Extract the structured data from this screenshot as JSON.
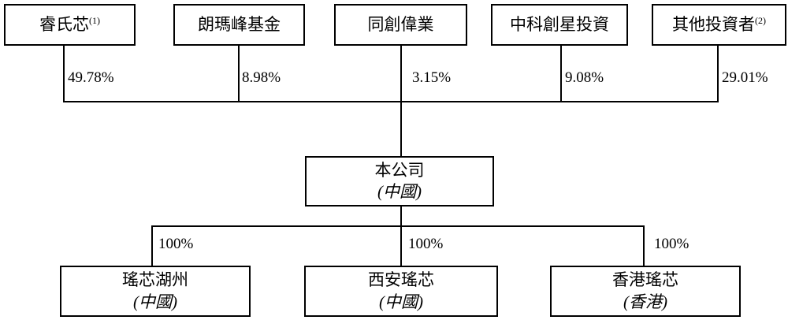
{
  "diagram": {
    "shareholders": [
      {
        "name": "睿氏芯",
        "sup": "(1)",
        "pct": "49.78%"
      },
      {
        "name": "朗瑪峰基金",
        "sup": "",
        "pct": "8.98%"
      },
      {
        "name": "同創偉業",
        "sup": "",
        "pct": "3.15%"
      },
      {
        "name": "中科創星投資",
        "sup": "",
        "pct": "9.08%"
      },
      {
        "name": "其他投資者",
        "sup": "(2)",
        "pct": "29.01%"
      }
    ],
    "company": {
      "name": "本公司",
      "location": "(中國)"
    },
    "subsidiaries": [
      {
        "name": "瑤芯湖州",
        "location": "(中國)",
        "pct": "100%"
      },
      {
        "name": "西安瑤芯",
        "location": "(中國)",
        "pct": "100%"
      },
      {
        "name": "香港瑤芯",
        "location": "(香港)",
        "pct": "100%"
      }
    ],
    "colors": {
      "line": "#000000",
      "text": "#000000",
      "background": "#ffffff"
    }
  }
}
